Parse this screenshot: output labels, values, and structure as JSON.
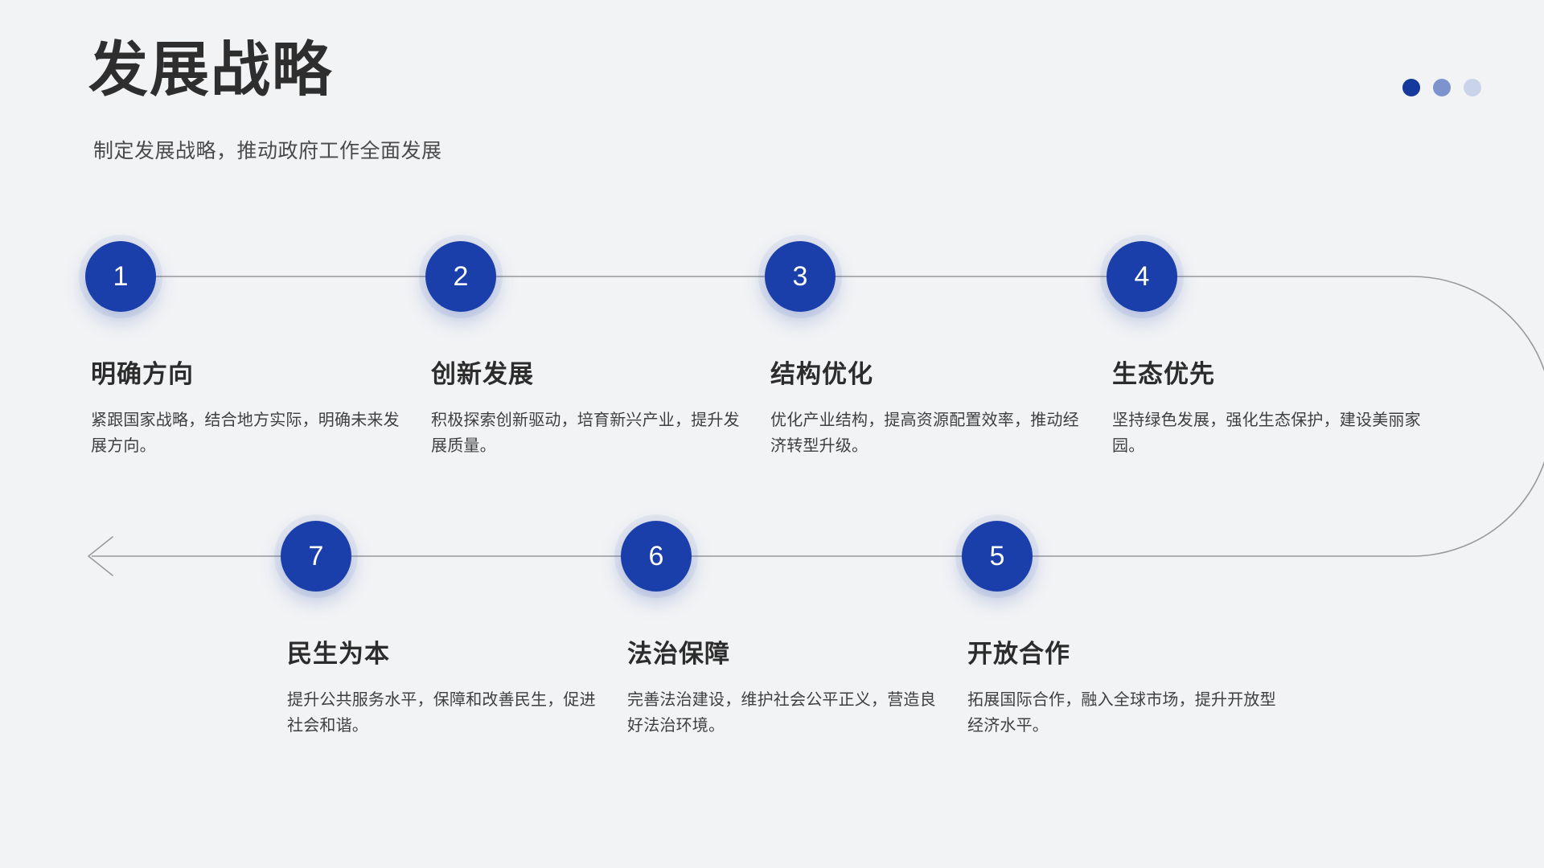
{
  "header": {
    "title": "发展战略",
    "subtitle": "制定发展战略，推动政府工作全面发展"
  },
  "pager": {
    "dots": [
      {
        "name": "pager-dot-active",
        "color": "#16399e"
      },
      {
        "name": "pager-dot-2",
        "color": "#7d93cd"
      },
      {
        "name": "pager-dot-3",
        "color": "#c9d4ea"
      }
    ]
  },
  "theme": {
    "background": "#f2f3f5",
    "node_blue": "#1a3faa",
    "title_gray": "#2e2e2e",
    "body_gray": "#3f3f3f",
    "line_gray": "#9a9a9a"
  },
  "steps": [
    {
      "number": "1",
      "title": "明确方向",
      "desc": "紧跟国家战略，结合地方实际，明确未来发展方向。"
    },
    {
      "number": "2",
      "title": "创新发展",
      "desc": "积极探索创新驱动，培育新兴产业，提升发展质量。"
    },
    {
      "number": "3",
      "title": "结构优化",
      "desc": "优化产业结构，提高资源配置效率，推动经济转型升级。"
    },
    {
      "number": "4",
      "title": "生态优先",
      "desc": "坚持绿色发展，强化生态保护，建设美丽家园。"
    },
    {
      "number": "5",
      "title": "开放合作",
      "desc": "拓展国际合作，融入全球市场，提升开放型经济水平。"
    },
    {
      "number": "6",
      "title": "法治保障",
      "desc": "完善法治建设，维护社会公平正义，营造良好法治环境。"
    },
    {
      "number": "7",
      "title": "民生为本",
      "desc": "提升公共服务水平，保障和改善民生，促进社会和谐。"
    }
  ]
}
